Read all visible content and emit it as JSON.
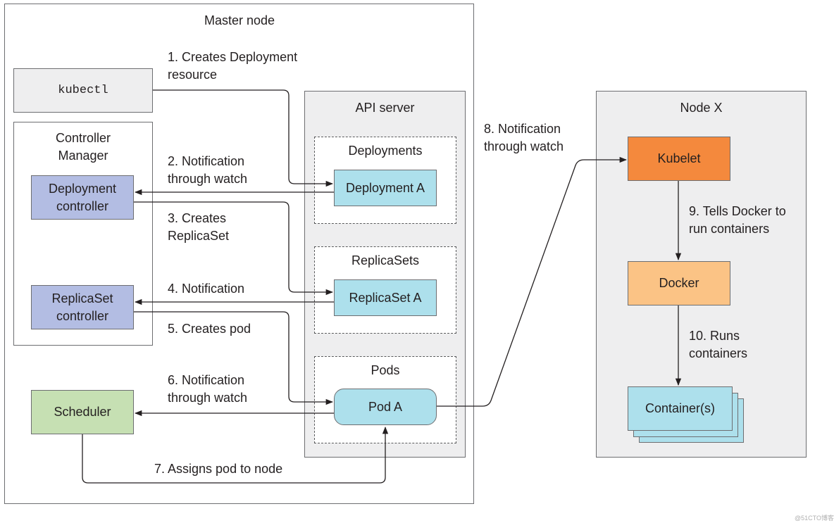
{
  "colors": {
    "kubectl": "#eeeeef",
    "controller": "#b3bde3",
    "resource": "#ade0ec",
    "scheduler": "#c6e0b3",
    "kubelet": "#f4893d",
    "docker": "#fbc385",
    "container": "#ade0ec",
    "region_fill": "#eeeeef",
    "line": "#231f20"
  },
  "master": {
    "title": "Master node",
    "kubectl": "kubectl",
    "controller_manager": {
      "title": "Controller\nManager",
      "deployment_controller": "Deployment\ncontroller",
      "replicaset_controller": "ReplicaSet\ncontroller"
    },
    "scheduler": "Scheduler",
    "api_server": {
      "title": "API server",
      "deployments": {
        "title": "Deployments",
        "item": "Deployment A"
      },
      "replicasets": {
        "title": "ReplicaSets",
        "item": "ReplicaSet A"
      },
      "pods": {
        "title": "Pods",
        "item": "Pod A"
      }
    }
  },
  "node": {
    "title": "Node X",
    "kubelet": "Kubelet",
    "docker": "Docker",
    "containers": "Container(s)"
  },
  "steps": {
    "s1": "1. Creates Deployment\nresource",
    "s2": "2. Notification\nthrough watch",
    "s3": "3. Creates\nReplicaSet",
    "s4": "4. Notification",
    "s5": "5. Creates pod",
    "s6": "6. Notification\nthrough watch",
    "s7": "7. Assigns pod to node",
    "s8": "8. Notification\nthrough watch",
    "s9": "9. Tells Docker to\nrun containers",
    "s10": "10. Runs\ncontainers"
  },
  "watermark": "@51CTO博客"
}
